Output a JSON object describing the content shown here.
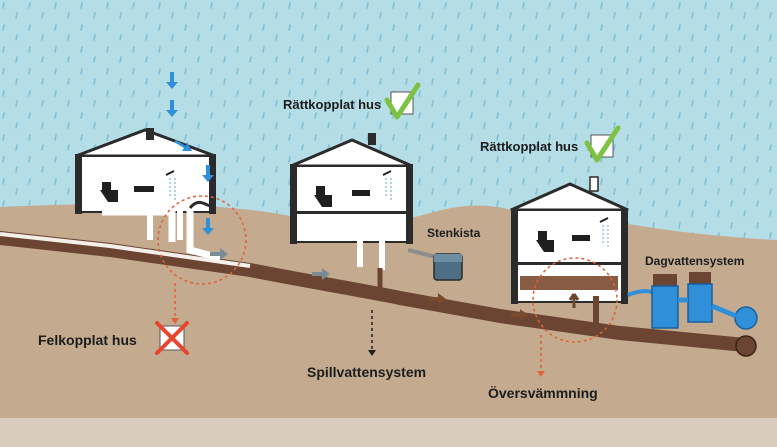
{
  "labels": {
    "correct_1": "Rättkopplat hus",
    "correct_2": "Rättkopplat hus",
    "stone_pit": "Stenkista",
    "stormwater": "Dagvattensystem",
    "wrong": "Felkopplat hus",
    "sewage": "Spillvattensystem",
    "flooding": "Översvämmning"
  },
  "icons": {
    "correct": "green-checkmark-icon",
    "wrong": "red-x-icon",
    "rain": "raindrop-icon",
    "flow": "flow-arrow-icon"
  },
  "colors": {
    "sky": "#b4dde6",
    "ground": "#c4ab8f",
    "wastewater_pipe": "#6b4532",
    "stormwater": "#2f8fd8",
    "check": "#7dc242",
    "cross": "#e8452c",
    "dotted_circle": "#e0613a"
  }
}
